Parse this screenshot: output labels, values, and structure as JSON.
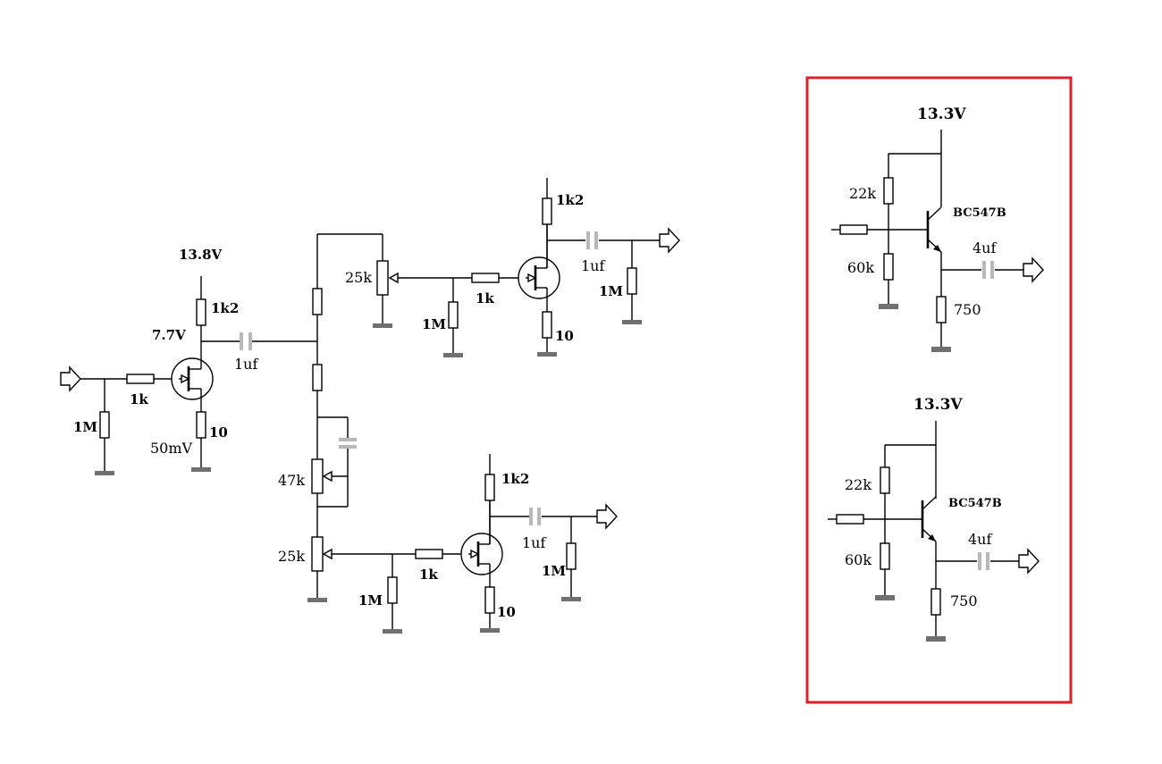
{
  "stage1": {
    "supply": "13.8V",
    "node_voltage": "7.7V",
    "drain_resistor": "1k2",
    "coupling_cap": "1uf",
    "gate_resistor": "1k",
    "input_resistor": "1M",
    "source_resistor": "10",
    "source_voltage": "50mV"
  },
  "divider": {
    "pot_middle": "47k",
    "pot_top": "25k",
    "pot_bottom": "25k"
  },
  "stage_top": {
    "drain_resistor": "1k2",
    "gate_resistor": "1k",
    "gate_leak": "1M",
    "output_cap": "1uf",
    "output_resistor": "1M",
    "source_resistor": "10"
  },
  "stage_bottom": {
    "drain_resistor": "1k2",
    "gate_resistor": "1k",
    "gate_leak": "1M",
    "output_cap": "1uf",
    "output_resistor": "1M",
    "source_resistor": "10"
  },
  "inset_top": {
    "supply": "13.3V",
    "transistor": "BC547B",
    "r_upper": "22k",
    "r_lower": "60k",
    "output_cap": "4uf",
    "emitter_resistor": "750"
  },
  "inset_bottom": {
    "supply": "13.3V",
    "transistor": "BC547B",
    "r_upper": "22k",
    "r_lower": "60k",
    "output_cap": "4uf",
    "emitter_resistor": "750"
  },
  "colors": {
    "wire": "#000000",
    "capacitor": "#b8b8b8",
    "ground": "#707070",
    "highlight_box": "#d9222a"
  }
}
